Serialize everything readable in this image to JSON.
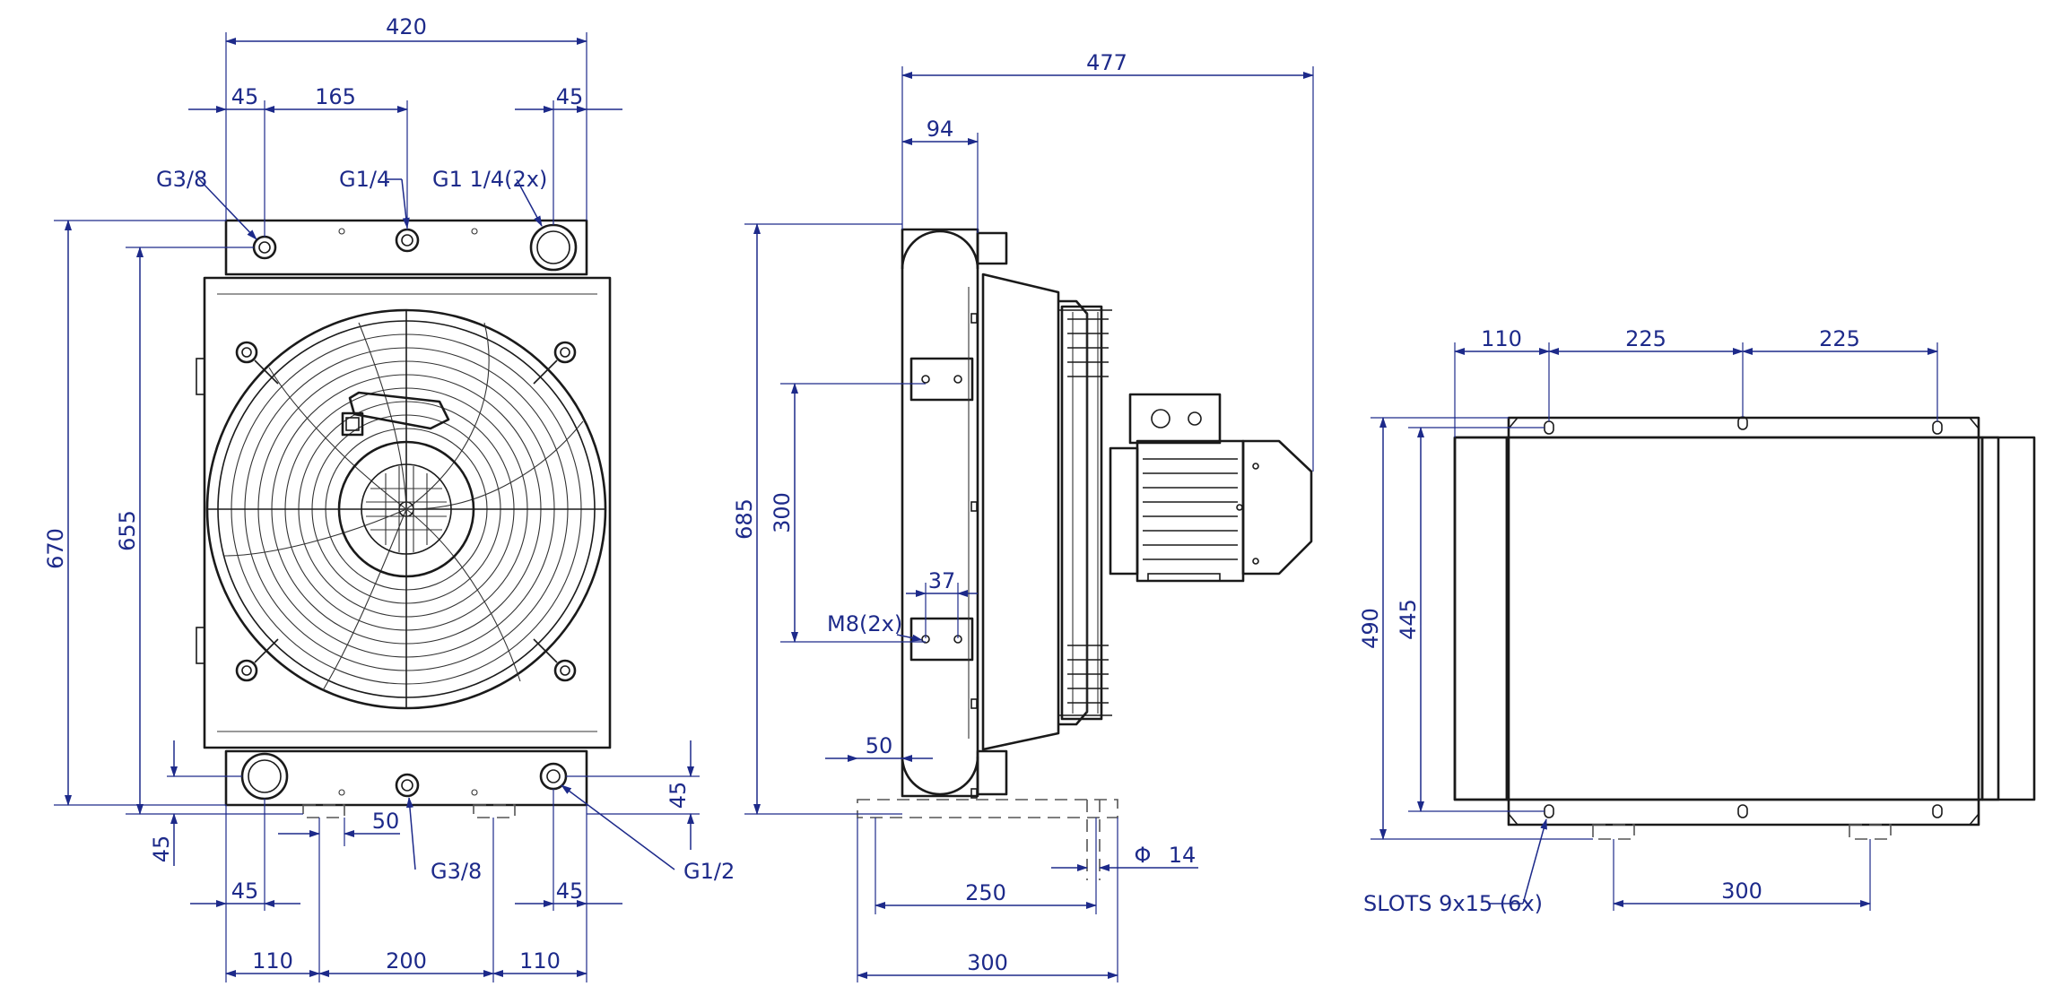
{
  "colors": {
    "dimension": "#1d2a8a",
    "outline": "#1a1a1a",
    "background": "#ffffff"
  },
  "front": {
    "dims": {
      "overall_width": "420",
      "left_offset": "45",
      "g14_offset": "165",
      "right_offset": "45",
      "height_total": "670",
      "height_inner": "655",
      "bottom_left_45": "45",
      "bottom_50": "50",
      "bottom_right_45": "45",
      "foot_left_45": "45",
      "foot_right_45": "45",
      "foot_110_left": "110",
      "foot_200": "200",
      "foot_110_right": "110"
    },
    "labels": {
      "g38_top": "G3/8",
      "g14": "G1/4",
      "g114": "G1 1/4(2x)",
      "g38_bottom": "G3/8",
      "g12": "G1/2"
    }
  },
  "side": {
    "dims": {
      "overall_depth": "477",
      "core_depth": "94",
      "height": "685",
      "bolt_spacing": "300",
      "bolt_pitch": "37",
      "foot_50": "50",
      "foot_250": "250",
      "foot_300": "300",
      "hole_dia": "14"
    },
    "labels": {
      "m8": "M8(2x)",
      "phi": "Φ"
    }
  },
  "top": {
    "dims": {
      "d110": "110",
      "d225_a": "225",
      "d225_b": "225",
      "d490": "490",
      "d445": "445",
      "d300": "300"
    },
    "labels": {
      "slots": "SLOTS 9x15 (6x)"
    }
  }
}
